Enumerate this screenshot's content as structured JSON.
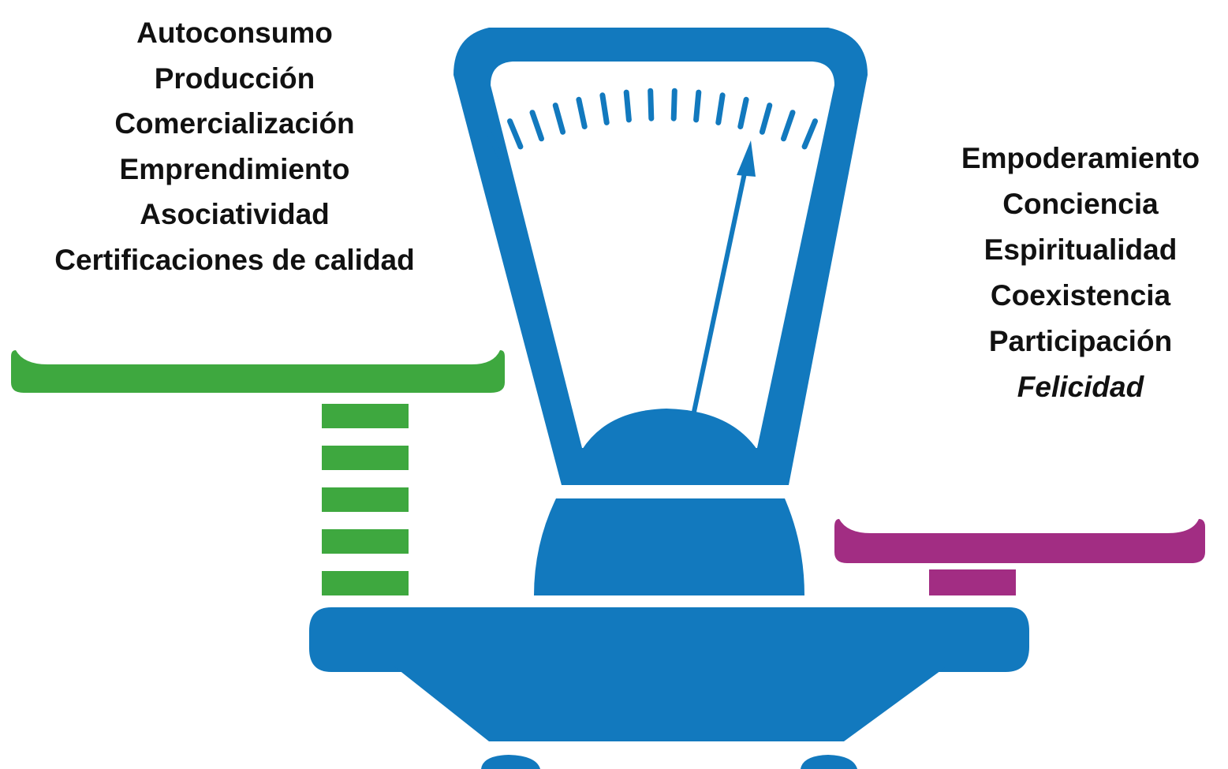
{
  "left_pan": {
    "color": "#3ea83f",
    "items": [
      "Autoconsumo",
      "Producción",
      "Comercialización",
      "Emprendimiento",
      "Asociatividad",
      "Certificaciones de calidad"
    ]
  },
  "right_pan": {
    "color": "#a22d83",
    "items": [
      "Empoderamiento",
      "Conciencia",
      "Espiritualidad",
      "Coexistencia",
      "Participación"
    ],
    "emphasis_item": "Felicidad"
  },
  "scale": {
    "color": "#1279be"
  }
}
